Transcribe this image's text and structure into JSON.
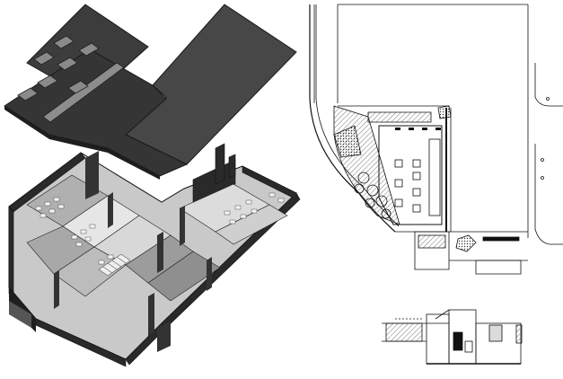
{
  "figure": {
    "panels": [
      {
        "id": "axonometric-roof",
        "kind": "axonometric roof view"
      },
      {
        "id": "axonometric-cutaway",
        "kind": "axonometric cutaway of interior"
      },
      {
        "id": "site-plan",
        "kind": "ground floor plan with site"
      },
      {
        "id": "section",
        "kind": "building section"
      }
    ],
    "colors": {
      "roof_dark": "#3a3a3a",
      "roof_mid": "#4a4a4a",
      "roof_edge": "#1e1e1e",
      "interior_floor": "#bdbdbd",
      "wall_dark": "#2b2b2b",
      "line": "#111111",
      "hatch": "#9a9a9a",
      "paper": "#ffffff"
    }
  }
}
